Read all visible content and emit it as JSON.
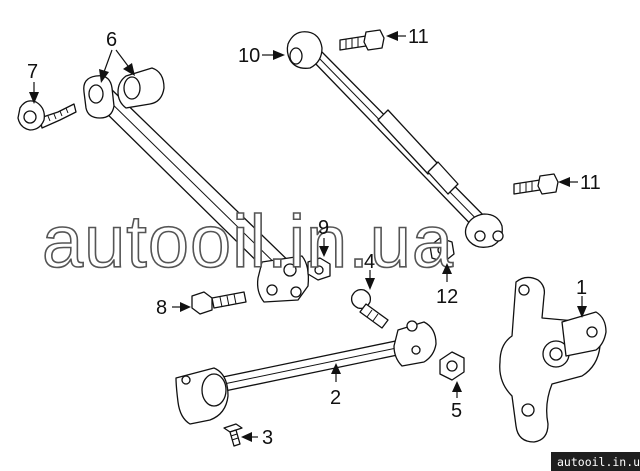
{
  "callouts": {
    "c1": "1",
    "c2": "2",
    "c3": "3",
    "c4": "4",
    "c5": "5",
    "c6": "6",
    "c7": "7",
    "c8": "8",
    "c9": "9",
    "c10": "10",
    "c11a": "11",
    "c11b": "11",
    "c12": "12"
  },
  "watermark": {
    "text": "autooil.in.ua"
  },
  "badge": {
    "text": "autooil.in.ua"
  }
}
